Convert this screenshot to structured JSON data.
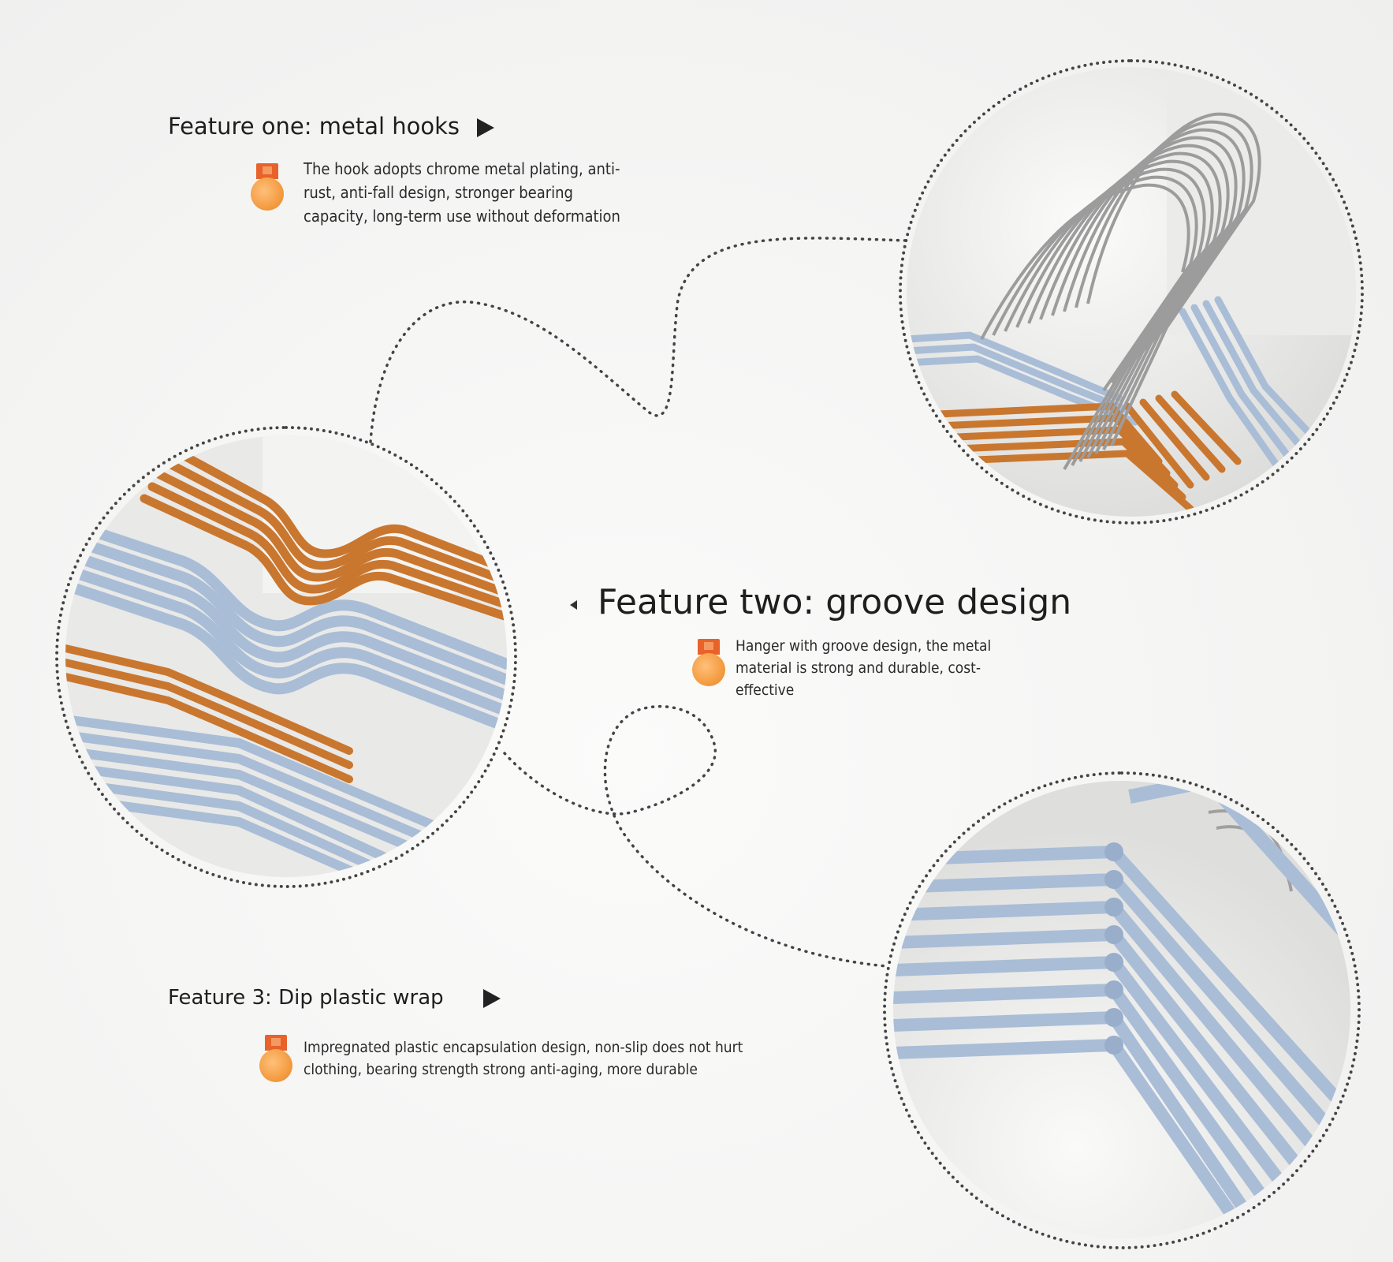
{
  "features": [
    {
      "title": "Feature one: metal hooks",
      "description": "The hook adopts chrome metal plating, anti-rust, anti-fall design, stronger bearing capacity, long-term use without deformation"
    },
    {
      "title": "Feature two: groove design",
      "description": "Hanger with groove design, the metal material is strong and durable, cost-effective"
    },
    {
      "title": "Feature 3: Dip plastic wrap",
      "description": "Impregnated plastic encapsulation design, non-slip does not hurt clothing, bearing strength strong anti-aging, more durable"
    }
  ],
  "icons": {
    "feature_marker": "medal-icon",
    "title_pointer": "play-arrow-icon"
  },
  "colors": {
    "background": "#f7f7f6",
    "hanger_blue": "#a9bdd6",
    "hanger_copper": "#c9772f",
    "hook_chrome": "#9a9a9a",
    "medal_orange": "#f39a3e",
    "medal_ribbon": "#e8622a"
  }
}
